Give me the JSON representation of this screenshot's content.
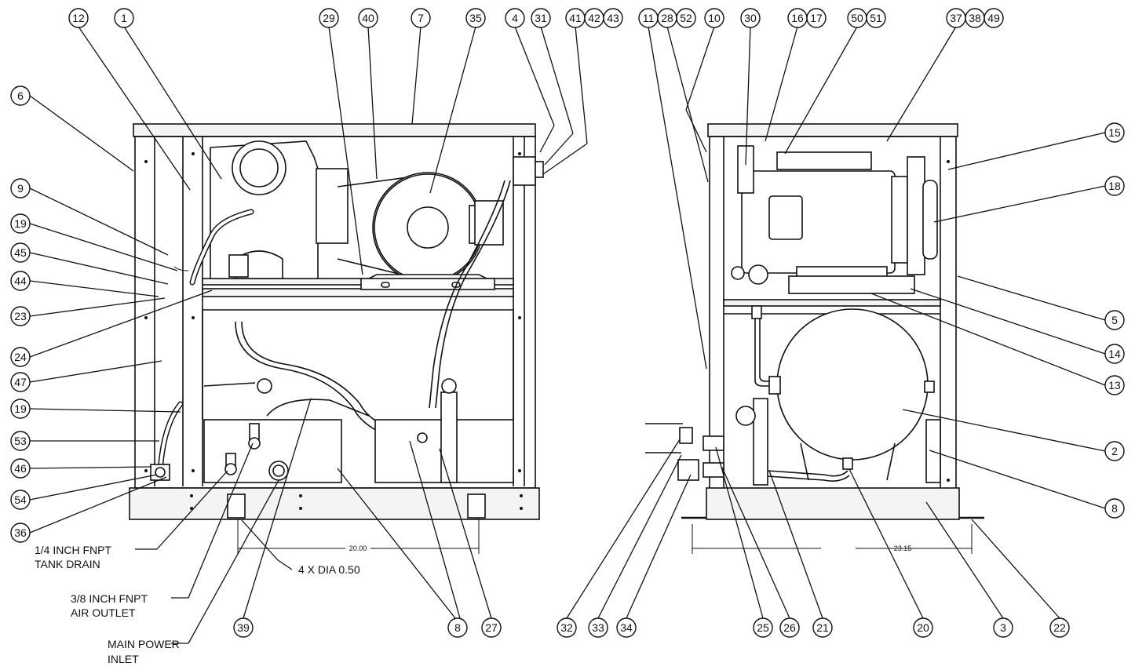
{
  "diagram": {
    "callouts": {
      "b12": "12",
      "b1": "1",
      "b29": "29",
      "b40": "40",
      "b7": "7",
      "b35": "35",
      "b4": "4",
      "b31": "31",
      "b41": "41",
      "b42": "42",
      "b43": "43",
      "b6": "6",
      "b9": "9",
      "b19a": "19",
      "b45": "45",
      "b44": "44",
      "b23": "23",
      "b24": "24",
      "b47": "47",
      "b19b": "19",
      "b53": "53",
      "b46": "46",
      "b54": "54",
      "b36": "36",
      "b39": "39",
      "b8a": "8",
      "b27": "27",
      "b11": "11",
      "b28": "28",
      "b52": "52",
      "b10": "10",
      "b30": "30",
      "b16": "16",
      "b17": "17",
      "b50": "50",
      "b51": "51",
      "b37": "37",
      "b38": "38",
      "b49": "49",
      "b15": "15",
      "b18": "18",
      "b5": "5",
      "b14": "14",
      "b13": "13",
      "b2": "2",
      "b8b": "8",
      "b32": "32",
      "b33": "33",
      "b34": "34",
      "b25": "25",
      "b26": "26",
      "b21": "21",
      "b20": "20",
      "b3": "3",
      "b22": "22"
    },
    "notes": {
      "tank_drain_1": "1/4 INCH FNPT",
      "tank_drain_2": "TANK DRAIN",
      "air_outlet_1": "3/8 INCH FNPT",
      "air_outlet_2": "AIR OUTLET",
      "main_power_1": "MAIN POWER",
      "main_power_2": "INLET",
      "holes": "4 X DIA 0.50"
    },
    "dimensions": {
      "width_front": "20.00",
      "width_side": "23.15"
    }
  }
}
